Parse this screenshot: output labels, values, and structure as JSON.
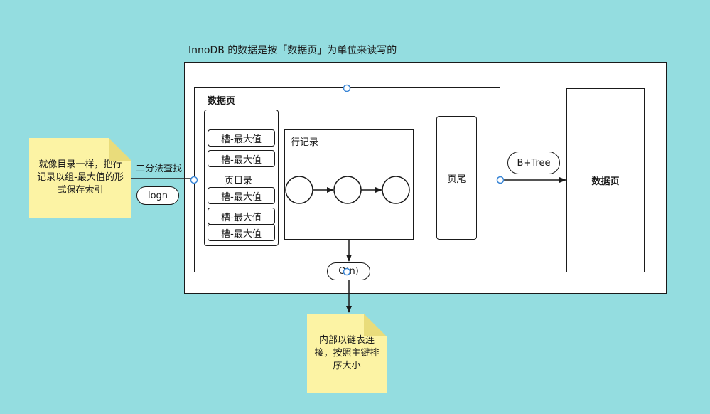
{
  "caption": "InnoDB 的数据是按「数据页」为单位来读写的",
  "inner_page_title": "数据页",
  "slots": [
    "槽-最大值",
    "槽-最大值",
    "槽-最大值",
    "槽-最大值",
    "槽-最大值"
  ],
  "page_directory_label": "页目录",
  "row_records_label": "行记录",
  "page_footer_label": "页尾",
  "right_page_title": "数据页",
  "btree_label": "B+Tree",
  "binary_search_label": "二分法查找",
  "logn_label": "logn",
  "on_label": "O(n)",
  "note_left": "就像目录一样，把行记录以组-最大值的形式保存索引",
  "note_bottom": "内部以链表连接，按照主键排序大小"
}
